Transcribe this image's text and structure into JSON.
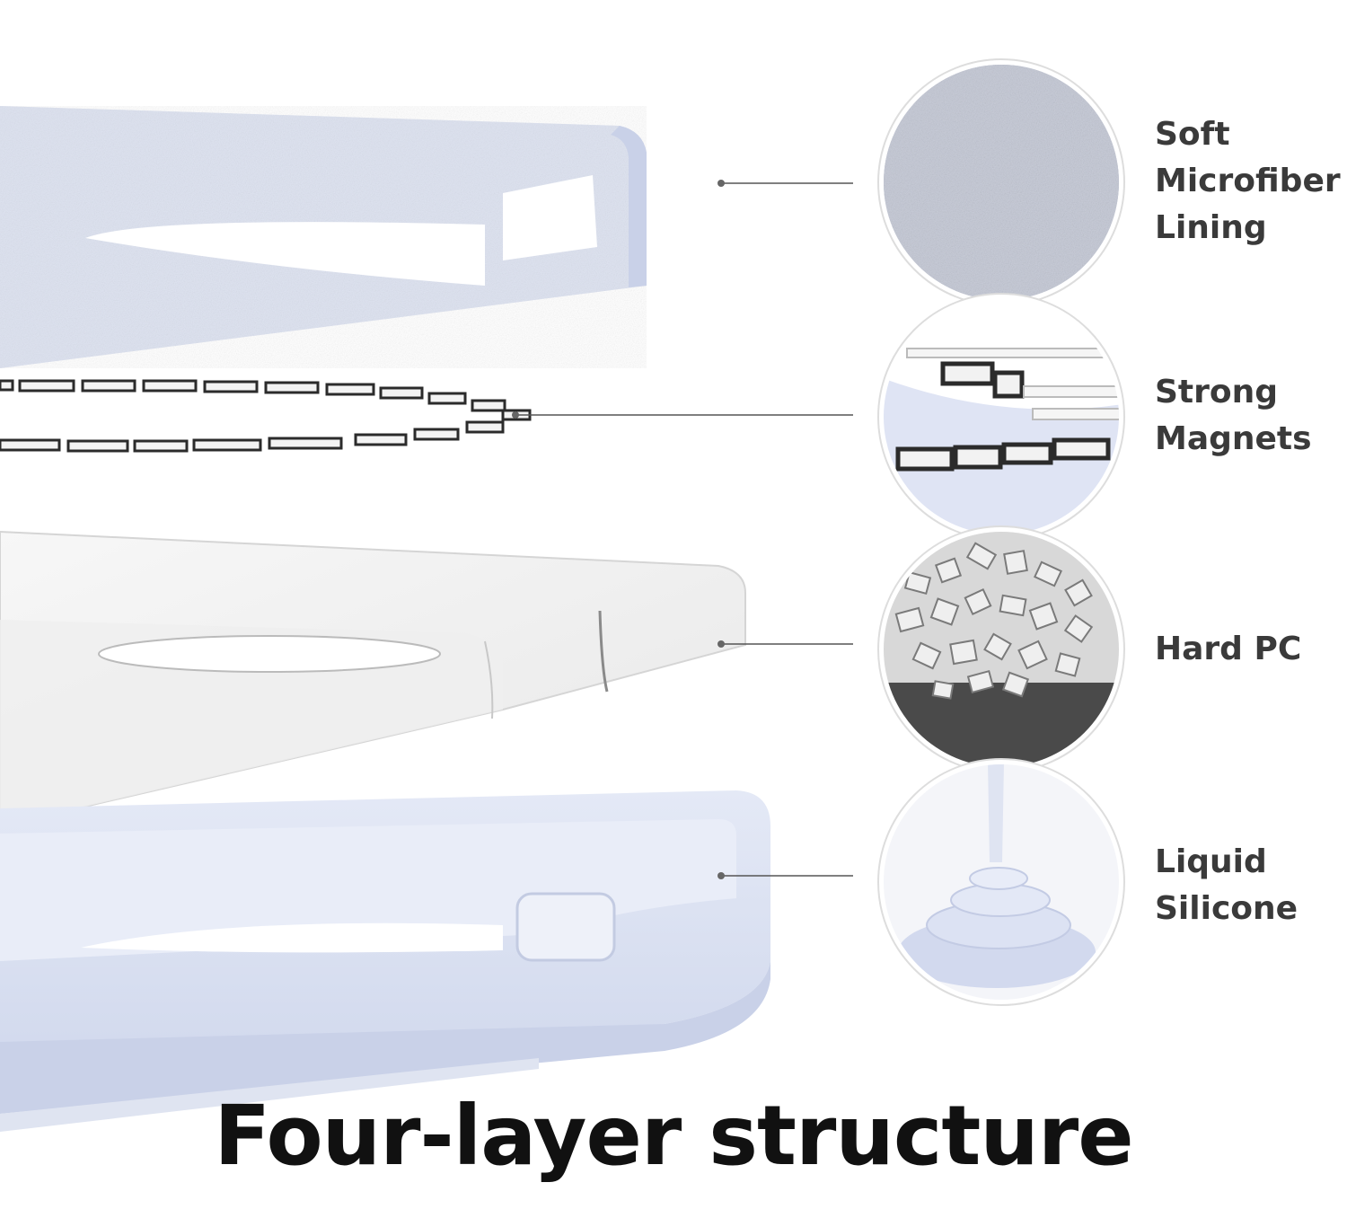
{
  "headline": "Four-layer structure",
  "layers": [
    {
      "label": "Soft\nMicrofiber\nLining",
      "icon": "microfiber-texture-icon"
    },
    {
      "label": "Strong\nMagnets",
      "icon": "magnet-ring-icon"
    },
    {
      "label": "Hard PC",
      "icon": "pc-pellets-icon"
    },
    {
      "label": "Liquid\nSilicone",
      "icon": "silicone-swirl-icon"
    }
  ],
  "colors": {
    "case_blue": "#dde3f2",
    "case_blue_shade": "#c7cfe6",
    "label_text": "#3a3a3a",
    "headline_text": "#111111",
    "leader_line": "#555555"
  }
}
